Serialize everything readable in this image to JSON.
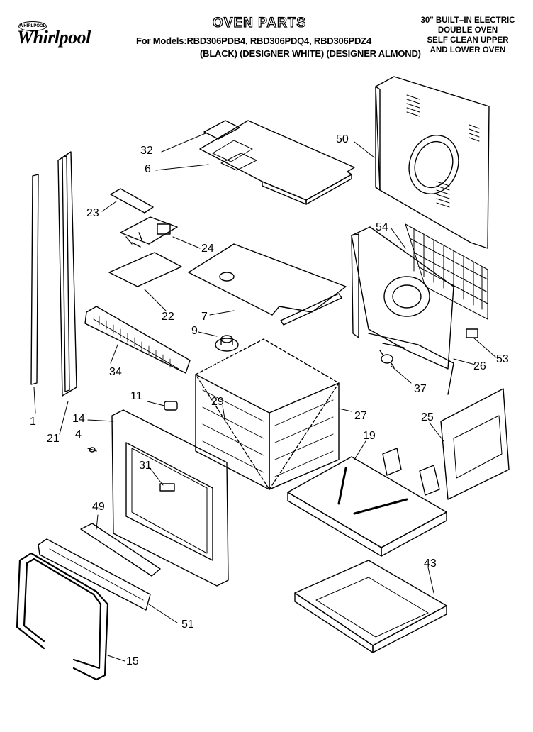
{
  "brand": {
    "name": "Whirlpool",
    "oval_text": "WHIRLPOOL"
  },
  "header": {
    "title": "OVEN PARTS",
    "models": "For Models:RBD306PDB4, RBD306PDQ4, RBD306PDZ4",
    "colors": "(BLACK) (DESIGNER WHITE) (DESIGNER ALMOND)",
    "description": [
      "30\" BUILT–IN ELECTRIC",
      "DOUBLE OVEN",
      "SELF CLEAN UPPER",
      "AND LOWER OVEN"
    ]
  },
  "callouts": [
    {
      "label": "32"
    },
    {
      "label": "6"
    },
    {
      "label": "50"
    },
    {
      "label": "23"
    },
    {
      "label": "24"
    },
    {
      "label": "54"
    },
    {
      "label": "22"
    },
    {
      "label": "7"
    },
    {
      "label": "9"
    },
    {
      "label": "34"
    },
    {
      "label": "53"
    },
    {
      "label": "26"
    },
    {
      "label": "37"
    },
    {
      "label": "11"
    },
    {
      "label": "29"
    },
    {
      "label": "27"
    },
    {
      "label": "1"
    },
    {
      "label": "14"
    },
    {
      "label": "4"
    },
    {
      "label": "21"
    },
    {
      "label": "25"
    },
    {
      "label": "19"
    },
    {
      "label": "31"
    },
    {
      "label": "49"
    },
    {
      "label": "43"
    },
    {
      "label": "51"
    },
    {
      "label": "15"
    }
  ]
}
